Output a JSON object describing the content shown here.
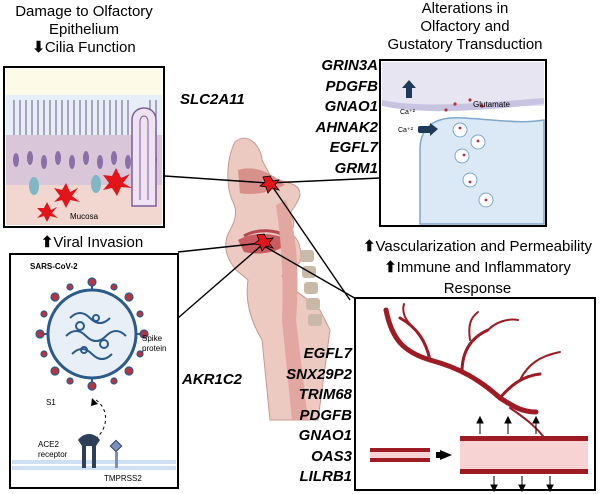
{
  "panels": {
    "olfactory_damage": {
      "title_line1": "Damage to Olfactory",
      "title_line2": "Epithelium",
      "subtitle_arrow": "⬇",
      "subtitle_text": "Cilia Function",
      "mucosa_label": "Mucosa"
    },
    "transduction": {
      "title_line1": "Alterations in",
      "title_line2": "Olfactory and",
      "title_line3": "Gustatory Transduction",
      "glutamate_label": "Glutamate",
      "ca_label_1": "Ca⁺²",
      "ca_label_2": "Ca⁺²"
    },
    "viral": {
      "title_arrow": "⬆",
      "title_text": "Viral Invasion",
      "virus_label": "SARS-CoV-2",
      "spike_label": "Spike protein",
      "s1_label": "S1",
      "ace2_label": "ACE2 receptor",
      "tmprss2_label": "TMPRSS2"
    },
    "vascular": {
      "line1_arrow": "⬆",
      "line1_text": "Vascularization and Permeability",
      "line2_arrow": "⬆",
      "line2_text": "Immune and Inflammatory",
      "line3_text": "Response"
    }
  },
  "genes": {
    "epithelium": [
      "SLC2A11"
    ],
    "transduction": [
      "GRIN3A",
      "PDGFB",
      "GNAO1",
      "AHNAK2",
      "EGFL7",
      "GRM1"
    ],
    "viral": [
      "AKR1C2"
    ],
    "vascular": [
      "EGFL7",
      "SNX29P2",
      "TRIM68",
      "PDGFB",
      "GNAO1",
      "OAS3",
      "LILRB1"
    ]
  },
  "colors": {
    "border": "#000000",
    "vessel": "#9e1b24",
    "tissue": "#e9b7b7",
    "neuron": "#d8e6f5",
    "virus_blue": "#2b5a8c",
    "virus_spike": "#b33545",
    "lesion": "#e3151b"
  }
}
